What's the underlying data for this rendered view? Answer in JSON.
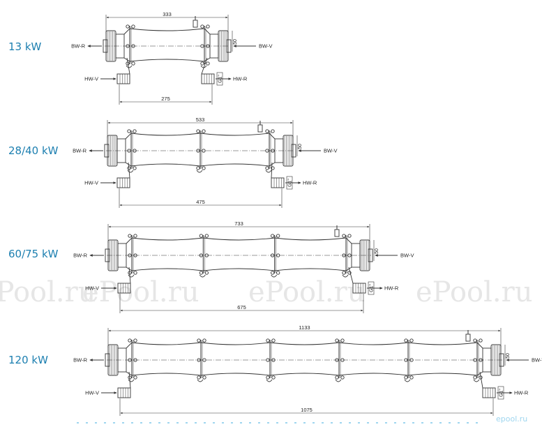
{
  "page": {
    "background": "#ffffff",
    "label_color": "#1c7fb0",
    "line_color": "#333333"
  },
  "models": [
    {
      "power": "13 kW",
      "overall_length": "333",
      "connection_spacing": "275",
      "port_height": "50",
      "bw_r": "BW-R",
      "bw_v": "BW-V",
      "hw_v": "HW-V",
      "hw_r": "HW-R",
      "thread": "G1\""
    },
    {
      "power": "28/40 kW",
      "overall_length": "533",
      "connection_spacing": "475",
      "port_height": "50",
      "bw_r": "BW-R",
      "bw_v": "BW-V",
      "hw_v": "HW-V",
      "hw_r": "HW-R",
      "thread": "G1\""
    },
    {
      "power": "60/75 kW",
      "overall_length": "733",
      "connection_spacing": "675",
      "port_height": "50",
      "bw_r": "BW-R",
      "bw_v": "BW-V",
      "hw_v": "HW-V",
      "hw_r": "HW-R",
      "thread": "G1\""
    },
    {
      "power": "120 kW",
      "overall_length": "1133",
      "connection_spacing": "1075",
      "port_height": "50",
      "bw_r": "BW-R",
      "bw_v": "BW-V",
      "hw_v": "HW-V",
      "hw_r": "HW-R",
      "thread": "G1\""
    }
  ],
  "watermark": [
    "ePool.ru",
    "ePool.ru",
    "ePool.ru",
    "ePool.ru"
  ],
  "footer_logo": "epool.ru"
}
